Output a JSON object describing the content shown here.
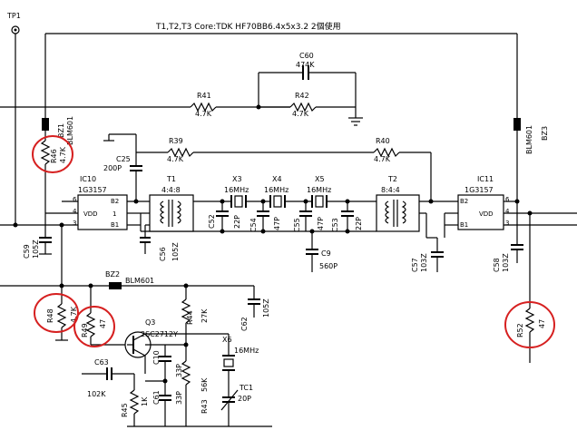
{
  "note": "T1,T2,T3  Core:TDK  HF70BB6.4x5x3.2  2個使用",
  "testpoint": "TP1",
  "ferrites": [
    "BZ1",
    "BLM601",
    "BZ2",
    "BLM601",
    "BLM601",
    "BZ3"
  ],
  "ics": {
    "ic10": {
      "ref": "IC10",
      "part": "1G3157",
      "pins": [
        "6",
        "4",
        "3",
        "B2",
        "VDD",
        "1",
        "B1"
      ]
    },
    "ic11": {
      "ref": "IC11",
      "part": "1G3157",
      "pins": [
        "B2",
        "VDD",
        "B1",
        "6",
        "4",
        "3"
      ]
    }
  },
  "transformers": {
    "t1": {
      "ref": "T1",
      "ratio": "4:4:8"
    },
    "t2": {
      "ref": "T2",
      "ratio": "8:4:4"
    }
  },
  "crystals": [
    {
      "ref": "X3",
      "value": "16MHz"
    },
    {
      "ref": "X4",
      "value": "16MHz"
    },
    {
      "ref": "X5",
      "value": "16MHz"
    },
    {
      "ref": "X6",
      "value": "16MHz"
    }
  ],
  "resistors": {
    "r41": {
      "ref": "R41",
      "value": "4.7K"
    },
    "r42": {
      "ref": "R42",
      "value": "4.7K"
    },
    "r39": {
      "ref": "R39",
      "value": "4.7K"
    },
    "r40": {
      "ref": "R40",
      "value": "4.7K"
    },
    "r46": {
      "ref": "R46",
      "value": "4.7K"
    },
    "r48": {
      "ref": "R48",
      "value": "4.7K"
    },
    "r49": {
      "ref": "R49",
      "value": "47"
    },
    "r44": {
      "ref": "R44",
      "value": "27K"
    },
    "r43": {
      "ref": "R43",
      "value": "56K"
    },
    "r45": {
      "ref": "R45",
      "value": "1K"
    },
    "r52": {
      "ref": "R52",
      "value": "47"
    }
  },
  "capacitors": {
    "c60": {
      "ref": "C60",
      "value": "474K"
    },
    "c25": {
      "ref": "C25",
      "value": "200P"
    },
    "c52": {
      "ref": "C52",
      "value": "22P"
    },
    "c54": {
      "ref": "C54",
      "value": "47P"
    },
    "c55": {
      "ref": "C55",
      "value": "47P"
    },
    "c53": {
      "ref": "C53",
      "value": "22P"
    },
    "c9": {
      "ref": "C9",
      "value": "560P"
    },
    "c56": {
      "ref": "C56",
      "value": "105Z"
    },
    "c57": {
      "ref": "C57",
      "value": "103Z"
    },
    "c59": {
      "ref": "C59",
      "value": "105Z"
    },
    "c58": {
      "ref": "C58",
      "value": "103Z"
    },
    "c62": {
      "ref": "C62",
      "value": "105Z"
    },
    "c63": {
      "ref": "C63",
      "value": "102K"
    },
    "c10": {
      "ref": "C10",
      "value": "33P"
    },
    "c61": {
      "ref": "C61",
      "value": "33P"
    },
    "tc1": {
      "ref": "TC1",
      "value": "20P"
    }
  },
  "transistor": {
    "ref": "Q3",
    "part": "2SC2712Y"
  },
  "highlight_color": "#d62020"
}
